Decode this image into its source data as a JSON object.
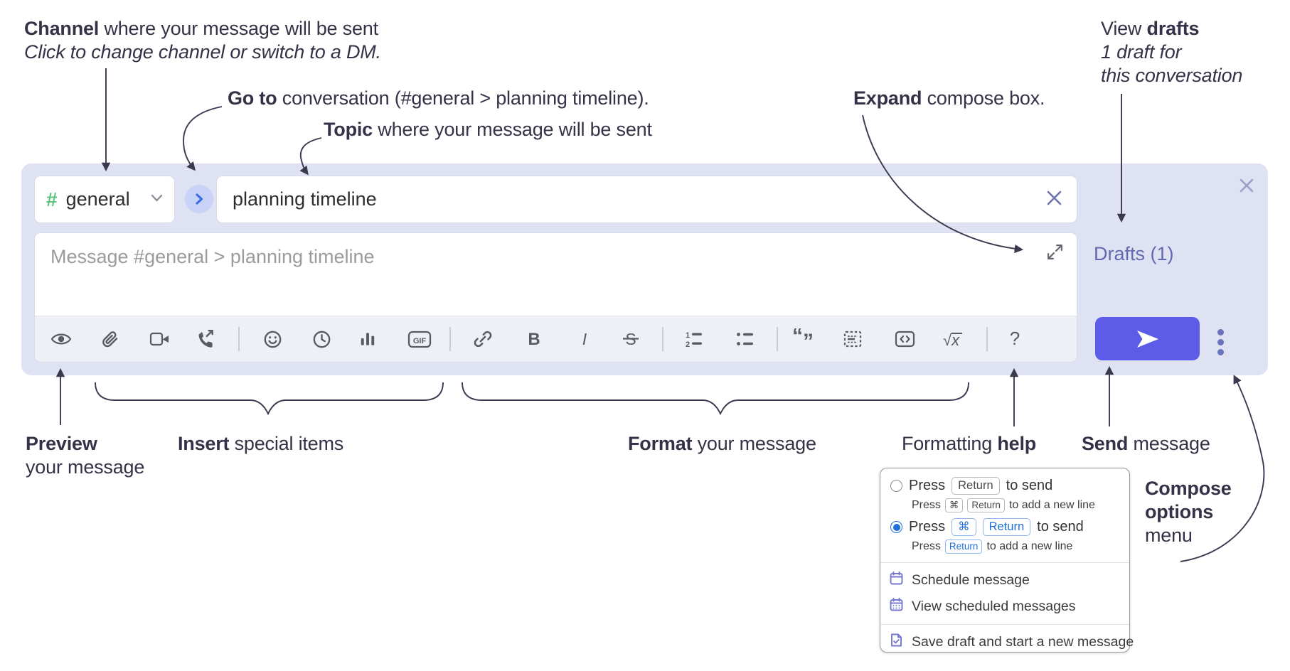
{
  "annotations": {
    "channel": {
      "bold": "Channel",
      "rest": " where your message will be sent",
      "line2": "Click to change channel or switch to a DM."
    },
    "goto": {
      "bold": "Go to",
      "rest": " conversation (#general > planning timeline)."
    },
    "topic": {
      "bold": "Topic",
      "rest": " where your message will be sent"
    },
    "expand": {
      "bold": "Expand",
      "rest": " compose box."
    },
    "view_drafts": {
      "pre": "View ",
      "bold": "drafts",
      "line2": "1 draft for",
      "line3": "this conversation"
    },
    "preview": {
      "bold": "Preview",
      "line2": "your message"
    },
    "insert": {
      "bold": "Insert",
      "rest": " special items"
    },
    "format": {
      "bold": "Format",
      "rest": " your message"
    },
    "formatting_help": {
      "pre": "Formatting ",
      "bold": "help"
    },
    "send": {
      "bold": "Send",
      "rest": " message"
    },
    "compose_options": {
      "bold1": "Compose",
      "bold2": "options",
      "line3": "menu"
    }
  },
  "compose_box": {
    "channel_selector": {
      "hash": "#",
      "name": "general"
    },
    "topic_input": {
      "value": "planning timeline"
    },
    "message_input": {
      "placeholder": "Message #general > planning timeline"
    },
    "drafts_link": "Drafts (1)",
    "toolbar_icon_names": [
      "preview",
      "attach-file",
      "video-call",
      "audio-call",
      "emoji",
      "time",
      "poll",
      "gif",
      "link",
      "bold",
      "italic",
      "strikethrough",
      "numbered-list",
      "bulleted-list",
      "quote",
      "spoiler",
      "code",
      "math",
      "help"
    ],
    "glyphs": {
      "gif": "GIF",
      "bold": "B",
      "italic": "I",
      "strike": "S",
      "num1": "1",
      "num2": "2",
      "quote_open": "“",
      "quote_close": "”",
      "radical": "√x",
      "help": "?"
    }
  },
  "popup_menu": {
    "option1": {
      "selected": false,
      "pre": "Press",
      "key": "Return",
      "post": "to send",
      "sub_pre": "Press",
      "sub_key1": "⌘",
      "sub_key2": "Return",
      "sub_post": "to add a new line"
    },
    "option2": {
      "selected": true,
      "pre": "Press",
      "key1": "⌘",
      "key2": "Return",
      "post": "to send",
      "sub_pre": "Press",
      "sub_key": "Return",
      "sub_post": "to add a new line"
    },
    "items": [
      {
        "label": "Schedule message",
        "icon": "calendar-icon"
      },
      {
        "label": "View scheduled messages",
        "icon": "calendar-dots-icon"
      },
      {
        "label": "Save draft and start a new message",
        "icon": "save-draft-icon"
      }
    ]
  },
  "colors": {
    "compose_bg": "#dfe2f2",
    "send_button": "#5c5ce8",
    "drafts_link": "#6269ae",
    "hash_green": "#5ec57f",
    "circle_button_bg": "#c9d3f8",
    "circle_button_arrow": "#3e6de0",
    "toolbar_icon_gray": "#595b60",
    "radio_selected_blue": "#1e6fd9",
    "popup_icon_purple": "#7478cf",
    "annotation_ink": "#343247"
  }
}
